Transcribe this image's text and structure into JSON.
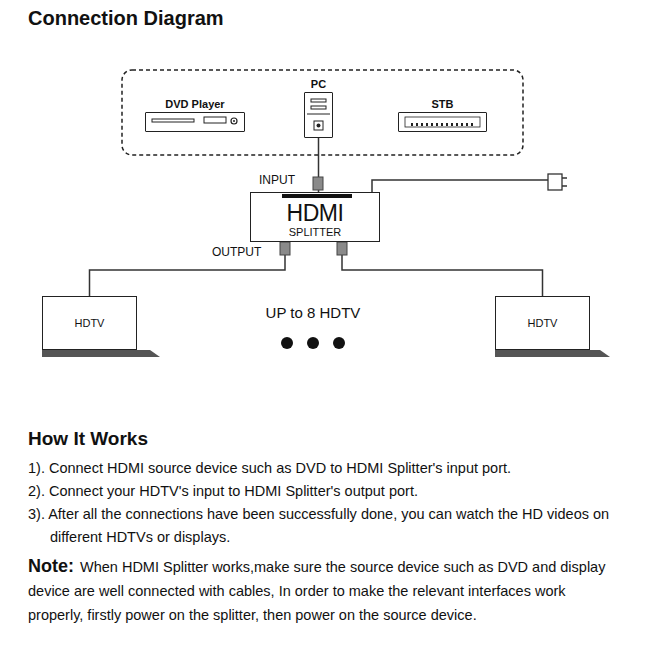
{
  "diagram": {
    "title": "Connection Diagram",
    "nodes": [
      {
        "text": [
          "DVD Player"
        ]
      },
      {
        "text": [
          "PC"
        ]
      },
      {
        "text": [
          "STB"
        ]
      },
      {
        "text": [
          "HDMI",
          "SPLITTER"
        ]
      },
      {
        "text": [
          "HDTV"
        ]
      },
      {
        "text": [
          "HDTV"
        ]
      }
    ],
    "edges": [
      {
        "from": 1,
        "to": 3,
        "arrow": "none"
      },
      {
        "from": 3,
        "to": 4,
        "arrow": "none"
      },
      {
        "from": 3,
        "to": 5,
        "arrow": "none"
      }
    ],
    "labels": [
      "INPUT",
      "OUTPUT",
      "UP to 8 HDTV",
      "How It Works",
      "1). Connect HDMI source device such as DVD to HDMI Splitter's input port.",
      "2). Connect your HDTV's input to HDMI Splitter's output port.",
      "3). After all the connections have been successfully done, you can watch the HD videos on different HDTVs or displays.",
      "Note:",
      "When HDMI Splitter works,make sure the source device such as DVD and display device are well connected with cables, In order to make the relevant interfaces work properly, firstly power on the splitter, then power on the source device."
    ]
  }
}
